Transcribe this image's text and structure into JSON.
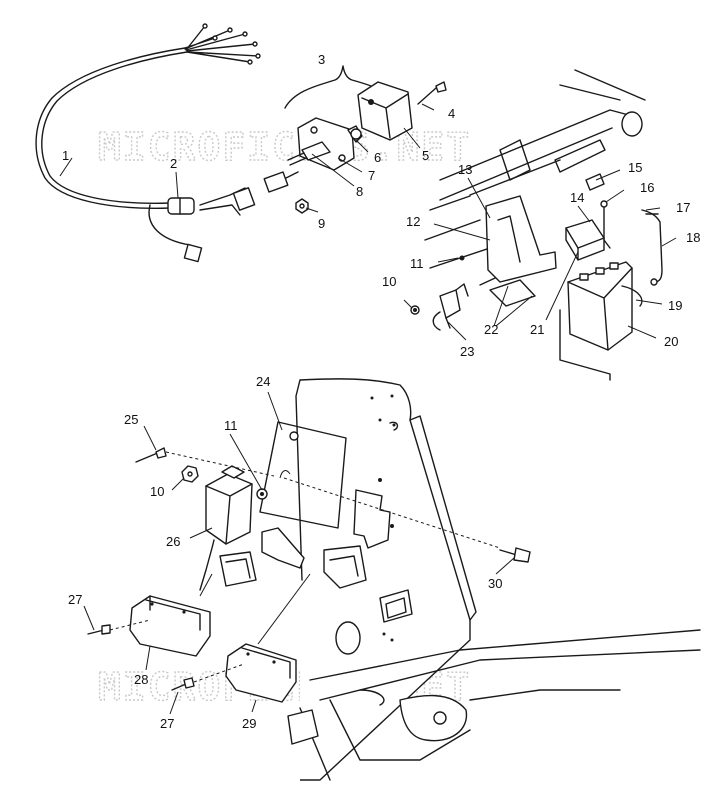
{
  "watermark": {
    "text": "MICROFICHES.NET",
    "color": "#c9c9c9"
  },
  "callouts": {
    "c1": "1",
    "c2": "2",
    "c3": "3",
    "c4": "4",
    "c5": "5",
    "c6": "6",
    "c7": "7",
    "c8": "8",
    "c9": "9",
    "c10a": "10",
    "c11a": "11",
    "c12": "12",
    "c13": "13",
    "c14": "14",
    "c15": "15",
    "c16": "16",
    "c17": "17",
    "c18": "18",
    "c19": "19",
    "c20": "20",
    "c21": "21",
    "c22": "22",
    "c23": "23",
    "c24": "24",
    "c25": "25",
    "c11b": "11",
    "c10b": "10",
    "c26": "26",
    "c27a": "27",
    "c28": "28",
    "c27b": "27",
    "c29": "29",
    "c30": "30"
  },
  "colors": {
    "line": "#1a1a1a",
    "background": "#ffffff"
  }
}
